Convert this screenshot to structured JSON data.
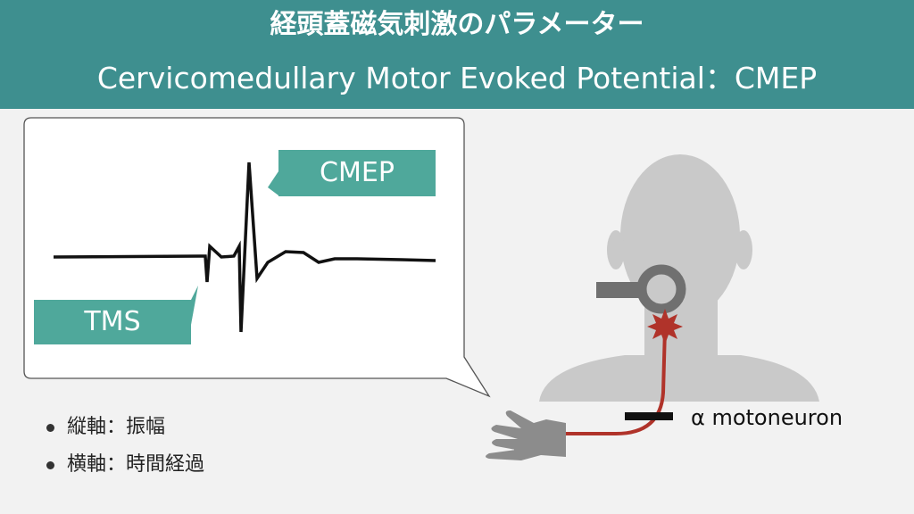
{
  "header": {
    "title_jp": "経頭蓋磁気刺激のパラメーター",
    "title_en": "Cervicomedullary Motor Evoked Potential：CMEP",
    "bg_color": "#3e8f8f"
  },
  "labels": {
    "cmep": "CMEP",
    "tms": "TMS",
    "label_color": "#4fa89b"
  },
  "bullets": [
    "縦軸：振幅",
    "横軸：時間経過"
  ],
  "motoneuron_label": "α motoneuron",
  "colors": {
    "nerve": "#b0332a",
    "silhouette": "#c9c9c9",
    "coil": "#707070"
  },
  "icons": [
    "speech-bubble-icon",
    "waveform-icon",
    "head-silhouette-icon",
    "magnetic-coil-icon",
    "stimulation-burst-icon",
    "hand-icon"
  ]
}
